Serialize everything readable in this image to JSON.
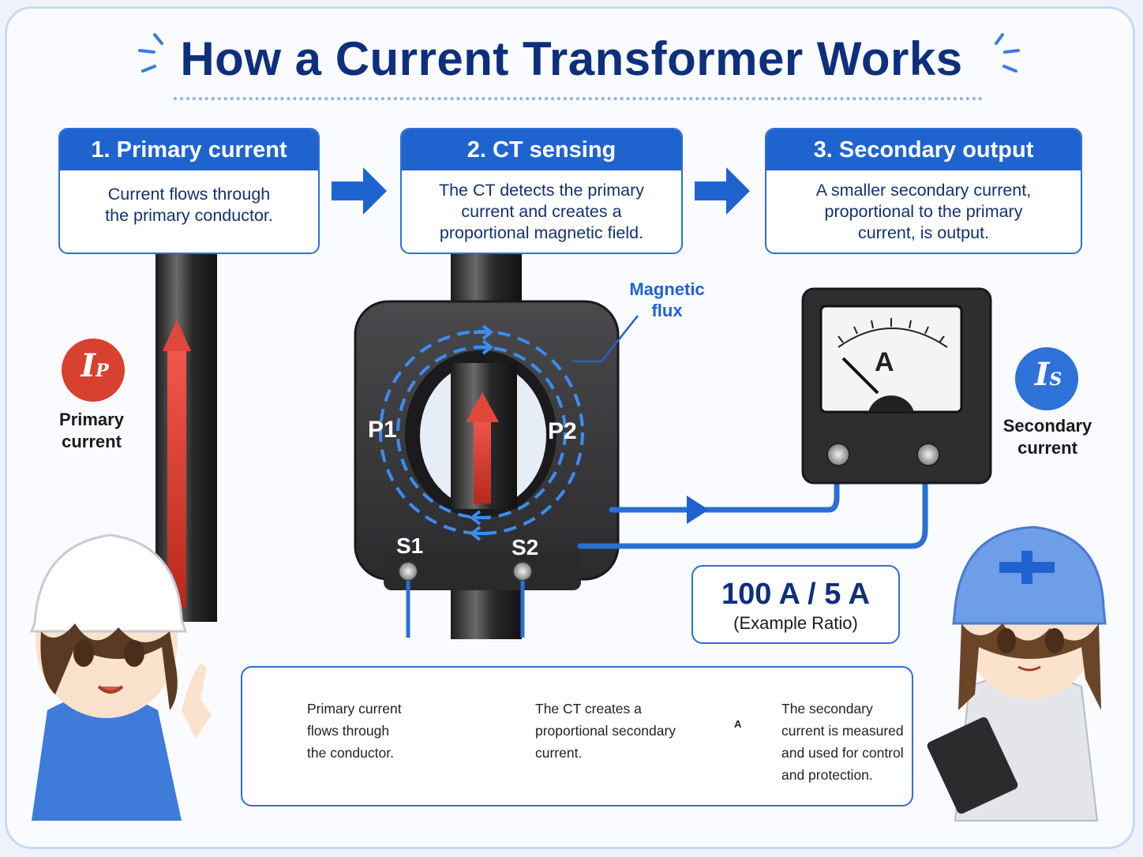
{
  "title": "How a Current Transformer Works",
  "steps": [
    {
      "title": "1. Primary current",
      "line1": "Current flows through",
      "line2": "the primary conductor.",
      "line3": ""
    },
    {
      "title": "2. CT sensing",
      "line1": "The CT detects the primary",
      "line2": "current and creates a",
      "line3": "proportional magnetic field."
    },
    {
      "title": "3. Secondary output",
      "line1": "A smaller secondary current,",
      "line2": "proportional to the primary",
      "line3": "current, is output."
    }
  ],
  "primary": {
    "symbol": "I",
    "sub": "P",
    "label1": "Primary",
    "label2": "current"
  },
  "secondary": {
    "symbol": "I",
    "sub": "S",
    "label1": "Secondary",
    "label2": "current"
  },
  "flux_label1": "Magnetic",
  "flux_label2": "flux",
  "terminals": {
    "p1": "P1",
    "p2": "P2",
    "s1": "S1",
    "s2": "S2"
  },
  "meter_symbol": "A",
  "ratio": {
    "value": "100 A / 5 A",
    "note": "(Example Ratio)"
  },
  "summary": [
    "Primary current\nflows through\nthe conductor.",
    "The CT creates a\nproportional secondary\ncurrent.",
    "The secondary\ncurrent is measured\nand used for control\nand protection."
  ],
  "summary_meter_symbol": "A",
  "colors": {
    "accent": "#1f63cf",
    "title": "#0e2f7c",
    "primary_arrow": "#e0483a",
    "secondary_badge": "#2f72d8"
  }
}
